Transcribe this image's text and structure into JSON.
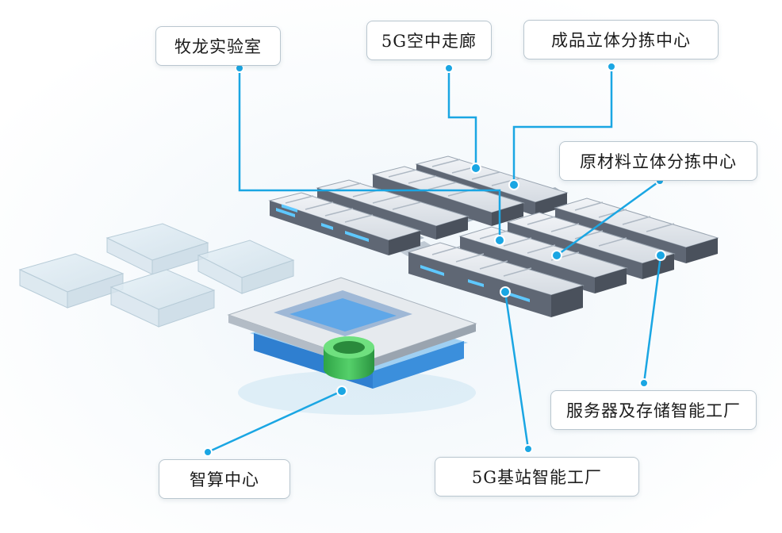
{
  "labels": {
    "lab": "牧龙实验室",
    "skywalk": "5G空中走廊",
    "finished_sorting": "成品立体分拣中心",
    "raw_sorting": "原材料立体分拣中心",
    "server_factory": "服务器及存储智能工厂",
    "compute_center": "智算中心",
    "base_station_factory": "5G基站智能工厂"
  },
  "colors": {
    "leader_line": "#1aa6e3",
    "roof": "#dfe4ea",
    "wall": "#5f6774",
    "accent_light": "#5ec8ff",
    "compute_green": "#3fbf55"
  }
}
